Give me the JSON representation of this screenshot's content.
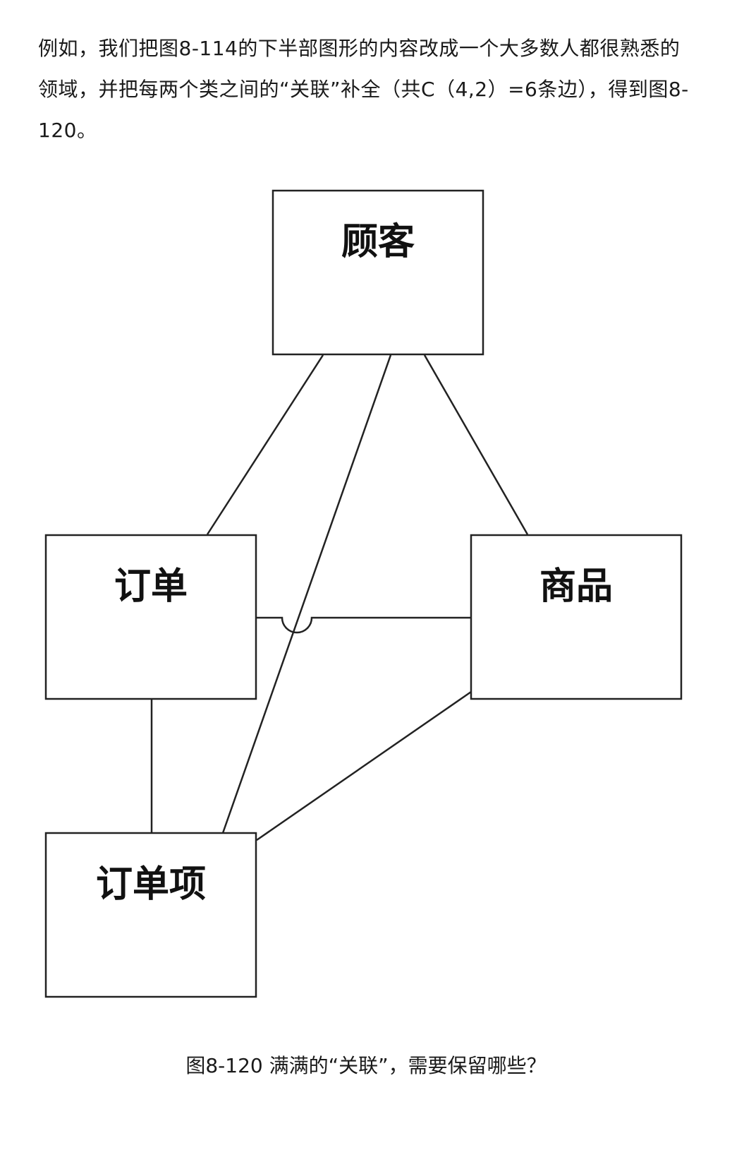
{
  "intro_text": "例如，我们把图8-114的下半部图形的内容改成一个大多数人都很熟悉的领域，并把每两个类之间的“关联”补全（共C（4,2）=6条边），得到图8-120。",
  "diagram": {
    "classes": {
      "customer": "顾客",
      "order": "订单",
      "product": "商品",
      "order_item": "订单项"
    },
    "associations": [
      [
        "顾客",
        "订单"
      ],
      [
        "顾客",
        "订单项"
      ],
      [
        "顾客",
        "商品"
      ],
      [
        "订单",
        "商品"
      ],
      [
        "订单",
        "订单项"
      ],
      [
        "商品",
        "订单项"
      ]
    ]
  },
  "caption": "图8-120 满满的“关联”，需要保留哪些？"
}
